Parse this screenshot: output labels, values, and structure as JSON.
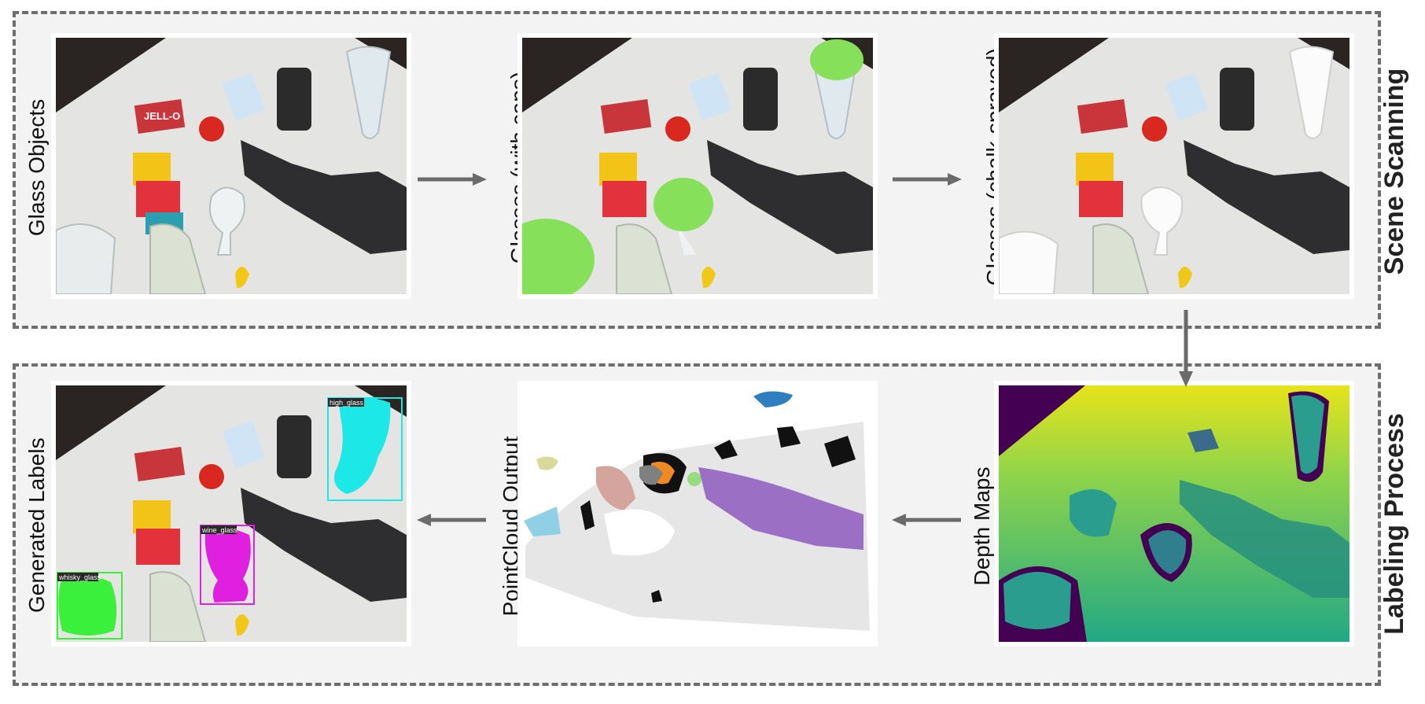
{
  "sections": {
    "top_title": "Scene Scanning",
    "bottom_title": "Labeling Process"
  },
  "top_row": {
    "glass_objects_label": "Glass Objects",
    "glasses_caps_label": "Glasses (with caps)",
    "glasses_chalk_label": "Glasses (chalk-sprayed)"
  },
  "bottom_row": {
    "generated_labels_label": "Generated Labels",
    "pointcloud_label": "PointCloud Output",
    "depth_maps_label": "Depth Maps"
  },
  "scene_text": {
    "jello": "JELL-O"
  },
  "detections": [
    {
      "label": "high_glass",
      "color": "#1de8e8"
    },
    {
      "label": "wine_glass",
      "color": "#e020e0"
    },
    {
      "label": "whisky_glass",
      "color": "#3af03a"
    }
  ],
  "colors": {
    "panel_bg": "#f3f3f3",
    "dash": "#6e6e6e",
    "arrow": "#6b6b6b",
    "cap_green": "#86e05a",
    "depth_dark": "#440154",
    "depth_mid": "#2a9d8f",
    "depth_yellow": "#e6e419"
  }
}
